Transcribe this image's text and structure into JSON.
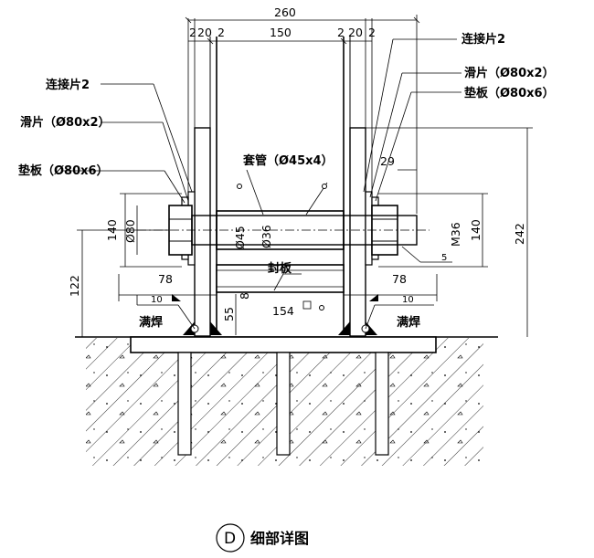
{
  "labels": {
    "link_plate_right": "连接片2",
    "link_plate_left": "连接片2",
    "slide_right": "滑片（Ø80x2）",
    "slide_left": "滑片（Ø80x2）",
    "pad_right": "垫板（Ø80x6）",
    "pad_left": "垫板（Ø80x6）",
    "sleeve": "套管（Ø45x4）",
    "cover_plate": "封板",
    "weld_left": "满焊",
    "weld_right": "满焊"
  },
  "dims": {
    "d260": "260",
    "d150": "150",
    "d2a": "2",
    "d20a": "20",
    "d2b": "2",
    "d2c": "2",
    "d20b": "20",
    "d2d": "2",
    "d29": "29",
    "d140l": "140",
    "d80": "Ø80",
    "d45": "Ø45",
    "d36": "Ø36",
    "m36": "M36",
    "d140r": "140",
    "d242": "242",
    "d122": "122",
    "d78l": "78",
    "d78r": "78",
    "d55": "55",
    "d8": "8",
    "d154": "154",
    "w10l": "10",
    "w10r": "10",
    "w5": "5"
  },
  "title": {
    "symbol": "D",
    "text": "细部详图"
  }
}
